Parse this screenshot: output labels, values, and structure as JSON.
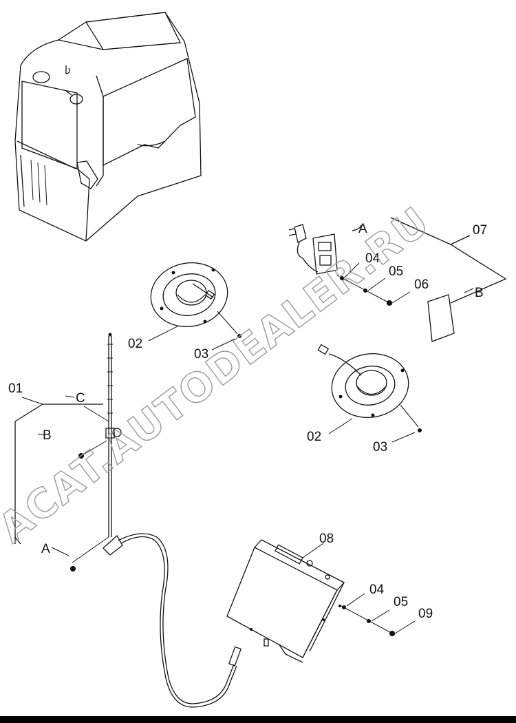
{
  "diagram": {
    "part_labels": {
      "cab_reference": "01",
      "speaker": "02",
      "screw": "03",
      "washer": "04",
      "nut": "05",
      "bolt": "06",
      "harness": "07",
      "radio": "08",
      "bolt_radio": "09"
    },
    "ref_letters": {
      "a": "A",
      "b": "B",
      "c": "C"
    }
  },
  "watermark": {
    "text": "ACAT.AUTODEALER.RU"
  }
}
